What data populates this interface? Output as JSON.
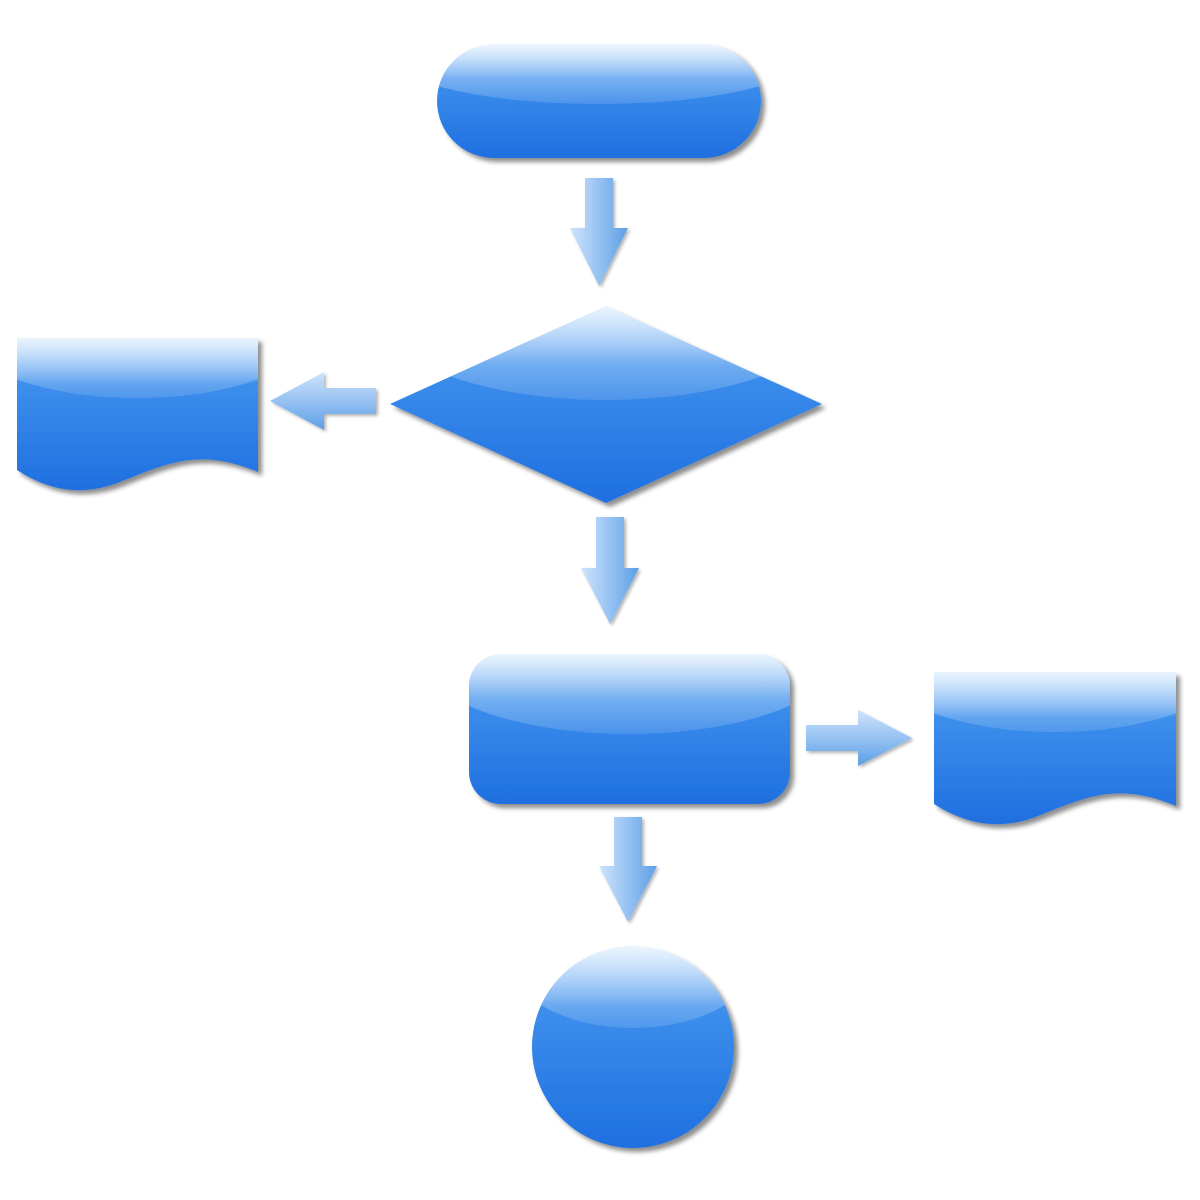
{
  "diagram": {
    "type": "flowchart",
    "theme": {
      "shape_light": "#d9ecfd",
      "shape_mid": "#3d8fec",
      "shape_dark": "#1f6fe0",
      "shape_edge": "#1b63cf",
      "arrow_light": "#cfe4fb",
      "arrow_mid": "#9cc5f3",
      "arrow_dark": "#5c9fe6",
      "shadow": "#000000",
      "background": "#ffffff"
    },
    "nodes": [
      {
        "id": "start",
        "shape": "terminator",
        "label": ""
      },
      {
        "id": "decision",
        "shape": "decision",
        "label": ""
      },
      {
        "id": "doc-left",
        "shape": "document",
        "label": ""
      },
      {
        "id": "process",
        "shape": "process",
        "label": ""
      },
      {
        "id": "doc-right",
        "shape": "document",
        "label": ""
      },
      {
        "id": "end",
        "shape": "connector",
        "label": ""
      }
    ],
    "edges": [
      {
        "from": "start",
        "to": "decision",
        "direction": "down"
      },
      {
        "from": "decision",
        "to": "doc-left",
        "direction": "left"
      },
      {
        "from": "decision",
        "to": "process",
        "direction": "down"
      },
      {
        "from": "process",
        "to": "doc-right",
        "direction": "right"
      },
      {
        "from": "process",
        "to": "end",
        "direction": "down"
      }
    ]
  }
}
